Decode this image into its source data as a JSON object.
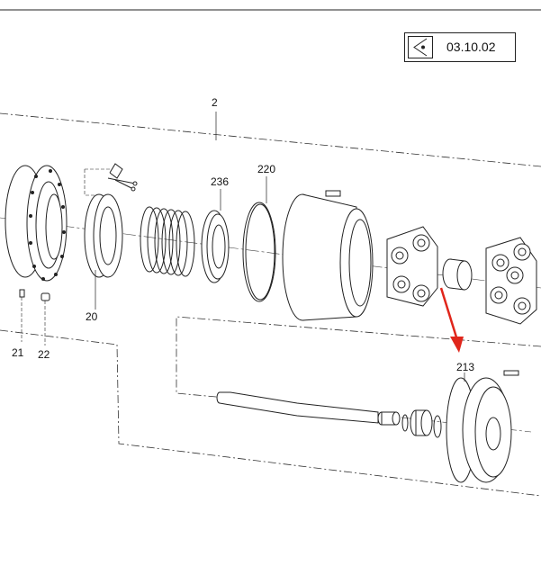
{
  "reference": {
    "code": "03.10.02"
  },
  "callouts": {
    "c2": "2",
    "c20": "20",
    "c21": "21",
    "c22": "22",
    "c213": "213",
    "c220": "220",
    "c236": "236"
  },
  "colors": {
    "line": "#222222",
    "arrow": "#e0261b"
  },
  "icons": {
    "view": "eye-view-icon"
  }
}
